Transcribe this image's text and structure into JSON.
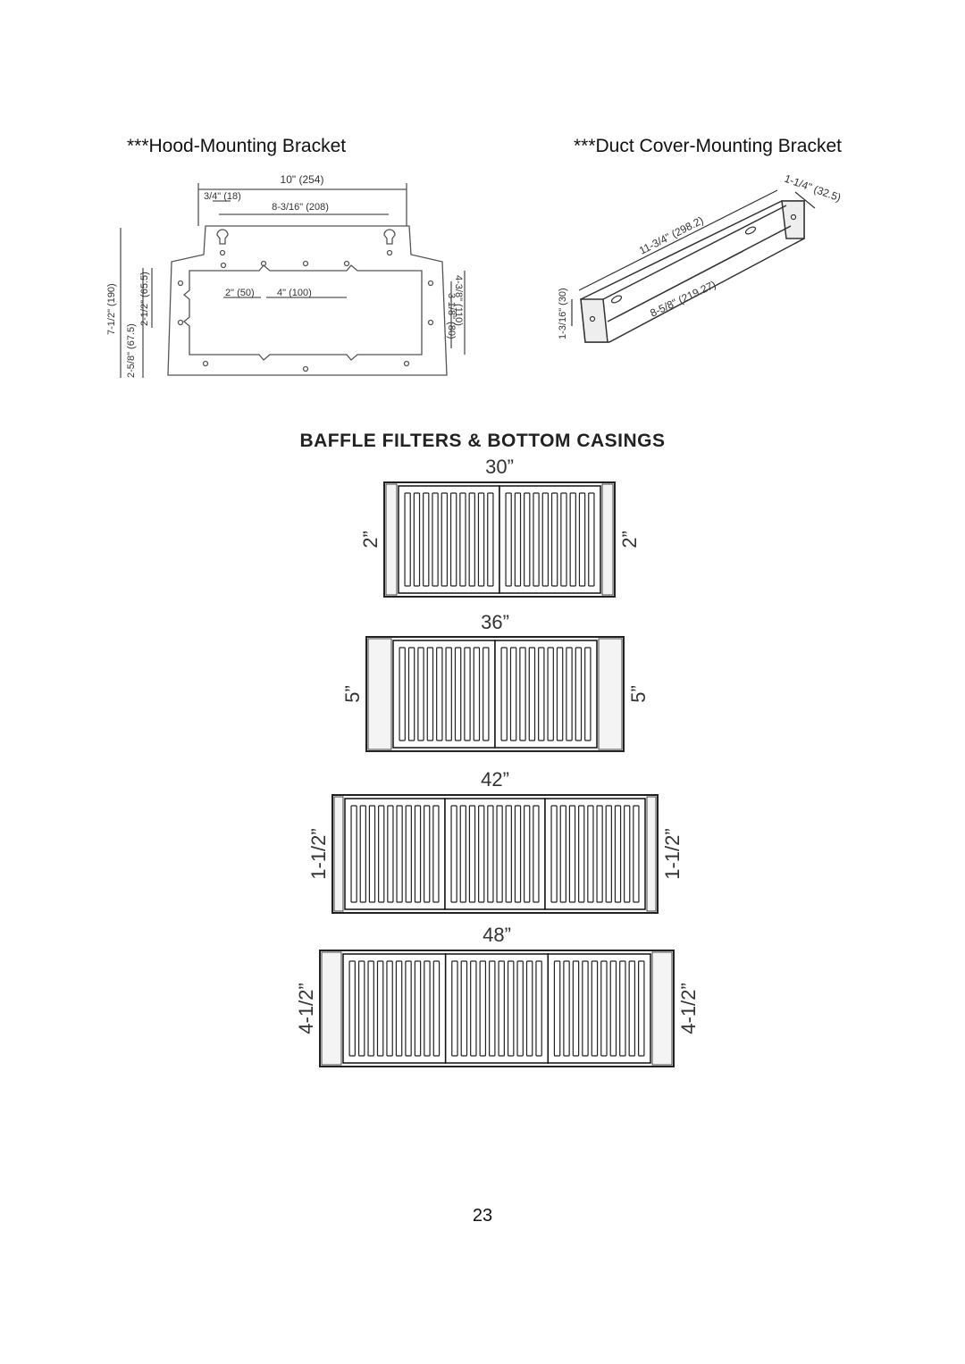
{
  "headings": {
    "hood": "***Hood-Mounting Bracket",
    "duct": "***Duct Cover-Mounting Bracket"
  },
  "hood_bracket": {
    "dims": {
      "width_total": "10\" (254)",
      "offset_small": "3/4\" (18)",
      "hole_span": "8-3/16\" (208)",
      "spacing_2": "2\" (50)",
      "spacing_4": "4\" (100)",
      "height_total": "7-1/2\" (190)",
      "height_lower": "2-5/8\" (67.5)",
      "height_mid": "2-1/2\" (65.5)",
      "right_outer": "4-3/8\" (110)",
      "right_inner": "3-1/8\" (80)"
    }
  },
  "duct_bracket": {
    "dims": {
      "length": "11-3/4\" (298.2)",
      "inner_length": "8-5/8\" (219.27)",
      "flange": "1-1/4\" (32.5)",
      "height": "1-3/16\" (30)"
    }
  },
  "baffle": {
    "title": "BAFFLE FILTERS & BOTTOM CASINGS",
    "sizes": [
      {
        "width": "30”",
        "side": "2”",
        "filters": 2
      },
      {
        "width": "36”",
        "side": "5”",
        "filters": 2
      },
      {
        "width": "42”",
        "side": "1-1/2”",
        "filters": 3
      },
      {
        "width": "48”",
        "side": "4-1/2”",
        "filters": 3
      }
    ]
  },
  "page_number": "23"
}
